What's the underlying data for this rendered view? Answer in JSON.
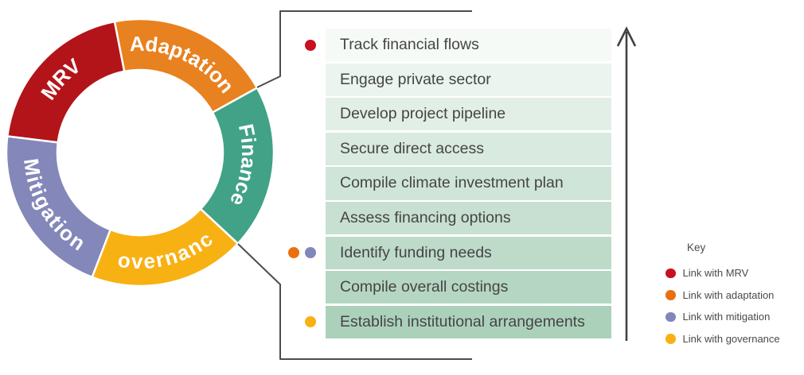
{
  "diagram": {
    "donut": {
      "segments": [
        {
          "id": "adaptation",
          "label": "Adaptation",
          "color": "#e8811f",
          "start": 29,
          "end": 101,
          "dir": "cw"
        },
        {
          "id": "mrv",
          "label": "MRV",
          "color": "#b31419",
          "start": 101,
          "end": 173,
          "dir": "cw"
        },
        {
          "id": "mitigation",
          "label": "Mitigation",
          "color": "#8387b9",
          "start": 173,
          "end": 249,
          "dir": "ccw"
        },
        {
          "id": "governance",
          "label": "Governance",
          "color": "#f8b112",
          "start": 249,
          "end": 317,
          "dir": "ccw"
        },
        {
          "id": "finance",
          "label": "Finance",
          "color": "#41a287",
          "start": 317,
          "end": 389,
          "dir": "cw"
        }
      ]
    },
    "link_colors": {
      "mrv": "#c8101e",
      "adaptation": "#ea700f",
      "mitigation": "#8286b9",
      "governance": "#f8b013"
    },
    "rows": [
      {
        "label": "Track financial flows",
        "dots": [
          "mrv"
        ],
        "bg": "#f6faf7"
      },
      {
        "label": "Engage private sector",
        "dots": [],
        "bg": "#ebf4ee"
      },
      {
        "label": "Develop project pipeline",
        "dots": [],
        "bg": "#e2efe7"
      },
      {
        "label": "Secure direct access",
        "dots": [],
        "bg": "#d9eae0"
      },
      {
        "label": "Compile climate investment plan",
        "dots": [],
        "bg": "#d0e5d9"
      },
      {
        "label": "Assess financing options",
        "dots": [],
        "bg": "#c7e0d1"
      },
      {
        "label": "Identify funding needs",
        "dots": [
          "adaptation",
          "mitigation"
        ],
        "bg": "#bedbca"
      },
      {
        "label": "Compile overall costings",
        "dots": [],
        "bg": "#b5d6c2"
      },
      {
        "label": "Establish institutional arrangements",
        "dots": [
          "governance"
        ],
        "bg": "#acd1bb"
      }
    ],
    "key": {
      "title": "Key",
      "items": [
        {
          "id": "mrv",
          "label": "Link with MRV"
        },
        {
          "id": "adaptation",
          "label": "Link with adaptation"
        },
        {
          "id": "mitigation",
          "label": "Link with mitigation"
        },
        {
          "id": "governance",
          "label": "Link with governance"
        }
      ]
    }
  }
}
